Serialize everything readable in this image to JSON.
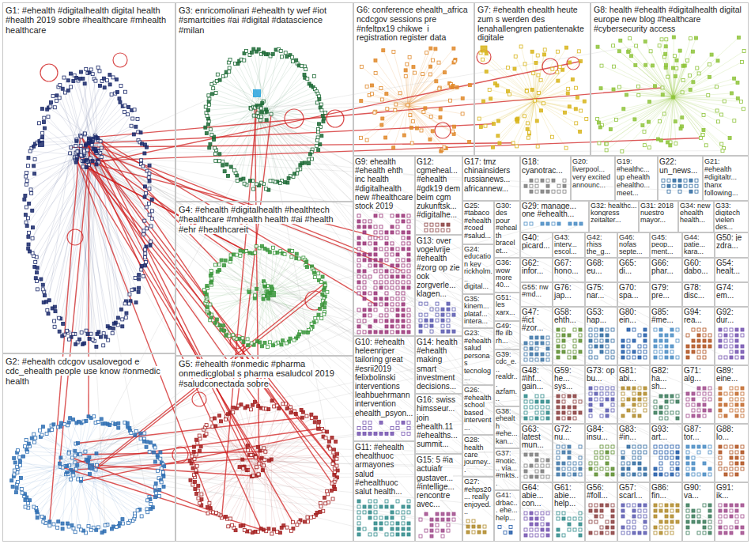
{
  "diagram": {
    "nodes": [
      {
        "text": [
          "G1: #ehealth #digitalhealth digital health #health 2019 sobre #healthcare #mhealth healthcare"
        ]
      },
      {
        "text": [
          "G2: #ehealth cdcgov usalovegod e cdc_ehealth people use know #onmedic health"
        ]
      },
      {
        "text": [
          "G3: enricomolinari #ehealth ty wef #iot #smartcities #ai #digital #datascience #milan"
        ]
      },
      {
        "text": [
          "G4: #ehealth #digitalhealth #healthtech #healthcare #mhealth health #ai #health #ehr #healthcareit"
        ]
      },
      {
        "text": [
          "G5: #ehealth #onmedic #pharma onmedicglobal s pharma esaludcol 2019 #saludconectada sobre"
        ]
      },
      {
        "text": [
          "G6: conference ehealth_africa ncdcgov sessions pre #nfeltpx19 chikwe_i registration register data"
        ]
      },
      {
        "text": [
          "G7: #ehealth ehealth heute zum s werden des lenahallengren patientenakte digitale"
        ]
      },
      {
        "text": [
          "G8: health #ehealth #digitalhealth digital europe new blog #healthcare #cybersecurity access"
        ]
      },
      {
        "text": [
          "G9: ehealth #ehealth ehth inc health #digitalhealth new #healthcare stock 2019"
        ]
      },
      {
        "text": [
          "G10: #ehealth heleenriper tailoring great #esrii2019 felixbolinski interventions leahbuehrmann intervention ehealth_psyon..."
        ]
      },
      {
        "text": [
          "G11: #ehealth ehealthuoc armayones salud #ehealthuoc salut health..."
        ]
      },
      {
        "text": [
          "G12: cgmeheal... #ehealth #gdk19 dem beim cgm zukunftsk... #digitalhe..."
        ]
      },
      {
        "text": [
          "G13: over vogelvrije #ehealth #zorg op zie ook zorgverle... klagen..."
        ]
      },
      {
        "text": [
          "G14: health #ehealth making smart investment decisions..."
        ]
      },
      {
        "text": [
          "G16: swiss himsseur... join ehealth.11 #ehealths... summit..."
        ]
      },
      {
        "text": [
          "G15: 5 #ia actuiafr gustaver... #intellige... rencontre avec..."
        ]
      },
      {
        "text": [
          "G17: tmz chinainsiders russianews... africannew..."
        ]
      },
      {
        "text": [
          "G18: cyanotrac..."
        ]
      },
      {
        "text": [
          "G20: liverpool... very excited announc..."
        ]
      },
      {
        "text": [
          "G19: #healthc... up ehealth ehealtho... meet..."
        ]
      },
      {
        "text": [
          "G22: un_news..."
        ]
      },
      {
        "text": [
          "G21: #ehealth #digitaltr... thanx following..."
        ]
      },
      {
        "text": [
          "G25: #tabaco #ehealth #coed #salud..."
        ]
      },
      {
        "text": [
          "G24: education key rickholm... digital..."
        ]
      },
      {
        "text": [
          "G35: kinem... plataf... intera..."
        ]
      },
      {
        "text": [
          "G23: #ehealth salud personas tecnolog..."
        ]
      },
      {
        "text": [
          "G26: #ehealth school based intervent..."
        ]
      },
      {
        "text": [
          "G28: health care journey..."
        ]
      },
      {
        "text": [
          "G27: #ehps20... really enjoyed..."
        ]
      },
      {
        "text": [
          "G30: des pour #ehealth bracelet..."
        ]
      },
      {
        "text": [
          "G36: wow more 40..."
        ]
      },
      {
        "text": [
          "G51: les xarx..."
        ]
      },
      {
        "text": [
          "G49: ffe ilb rh..."
        ]
      },
      {
        "text": [
          "G39: cdc_e... realdr... azfam..."
        ]
      },
      {
        "text": [
          "G38: ehealth #ehe... kan..."
        ]
      },
      {
        "text": [
          "G37: #notic... vía... #mkts..."
        ]
      },
      {
        "text": [
          "G41: drbac... ehe... help..."
        ]
      },
      {
        "text": [
          "G29: manage... one #ehealth..."
        ]
      },
      {
        "text": [
          "G32: healthc... kongress zeitalter..."
        ]
      },
      {
        "text": [
          "G31: 2018 nuestro mayor..."
        ]
      },
      {
        "text": [
          "G34: new ehealth health..."
        ]
      },
      {
        "text": [
          "G33: digitech vielen des..."
        ]
      },
      {
        "text": [
          "G40: picard..."
        ]
      },
      {
        "text": [
          "G43: interv... escol..."
        ]
      },
      {
        "text": [
          "G42: rhiss the_g..."
        ]
      },
      {
        "text": [
          "G46: nofas septe..."
        ]
      },
      {
        "text": [
          "G45: peop... ment..."
        ]
      },
      {
        "text": [
          "G44: patie... kara..."
        ]
      },
      {
        "text": [
          "G50: je zdra..."
        ]
      },
      {
        "text": [
          "G62: infor..."
        ]
      },
      {
        "text": [
          "G67: hono..."
        ]
      },
      {
        "text": [
          "G68: eu..."
        ]
      },
      {
        "text": [
          "G65: di..."
        ]
      },
      {
        "text": [
          "G66: phar..."
        ]
      },
      {
        "text": [
          "G60: dabo..."
        ]
      },
      {
        "text": [
          "G54: healt..."
        ]
      },
      {
        "text": [
          "G55: nw #md..."
        ]
      },
      {
        "text": [
          "G76: jap..."
        ]
      },
      {
        "text": [
          "G75: nar..."
        ]
      },
      {
        "text": [
          "G70: spa..."
        ]
      },
      {
        "text": [
          "G79: pre..."
        ]
      },
      {
        "text": [
          "G78: disc..."
        ]
      },
      {
        "text": [
          "G74: em..."
        ]
      },
      {
        "text": [
          "G47: #ict #zor..."
        ]
      },
      {
        "text": [
          "G58: ehth..."
        ]
      },
      {
        "text": [
          "G53: hap..."
        ]
      },
      {
        "text": [
          "G80: ein..."
        ]
      },
      {
        "text": [
          "G85: #me..."
        ]
      },
      {
        "text": [
          "G94: rea..."
        ]
      },
      {
        "text": [
          "G92: dur..."
        ]
      },
      {
        "text": [
          "G48: #ihf... gain..."
        ]
      },
      {
        "text": [
          "G59: he... sys..."
        ]
      },
      {
        "text": [
          "G73: op bu..."
        ]
      },
      {
        "text": [
          "G81: abi..."
        ]
      },
      {
        "text": [
          "G82: ha... sh..."
        ]
      },
      {
        "text": [
          "G71: alg..."
        ]
      },
      {
        "text": [
          "G89: eine..."
        ]
      },
      {
        "text": [
          "G63: latest mun..."
        ]
      },
      {
        "text": [
          "G72: nu..."
        ]
      },
      {
        "text": [
          "G84: insu..."
        ]
      },
      {
        "text": [
          "G83: #in..."
        ]
      },
      {
        "text": [
          "G93: art..."
        ]
      },
      {
        "text": [
          "G87: tor..."
        ]
      },
      {
        "text": [
          "G88: lo..."
        ]
      },
      {
        "text": [
          "G64: abie... con..."
        ]
      },
      {
        "text": [
          "G61: abie... help..."
        ]
      },
      {
        "text": [
          "G56: #foll..."
        ]
      },
      {
        "text": [
          "G57: scarl..."
        ]
      },
      {
        "text": [
          "G86: fin..."
        ]
      },
      {
        "text": [
          "G90: va..."
        ]
      },
      {
        "text": [
          "G91: ik..."
        ]
      }
    ]
  }
}
